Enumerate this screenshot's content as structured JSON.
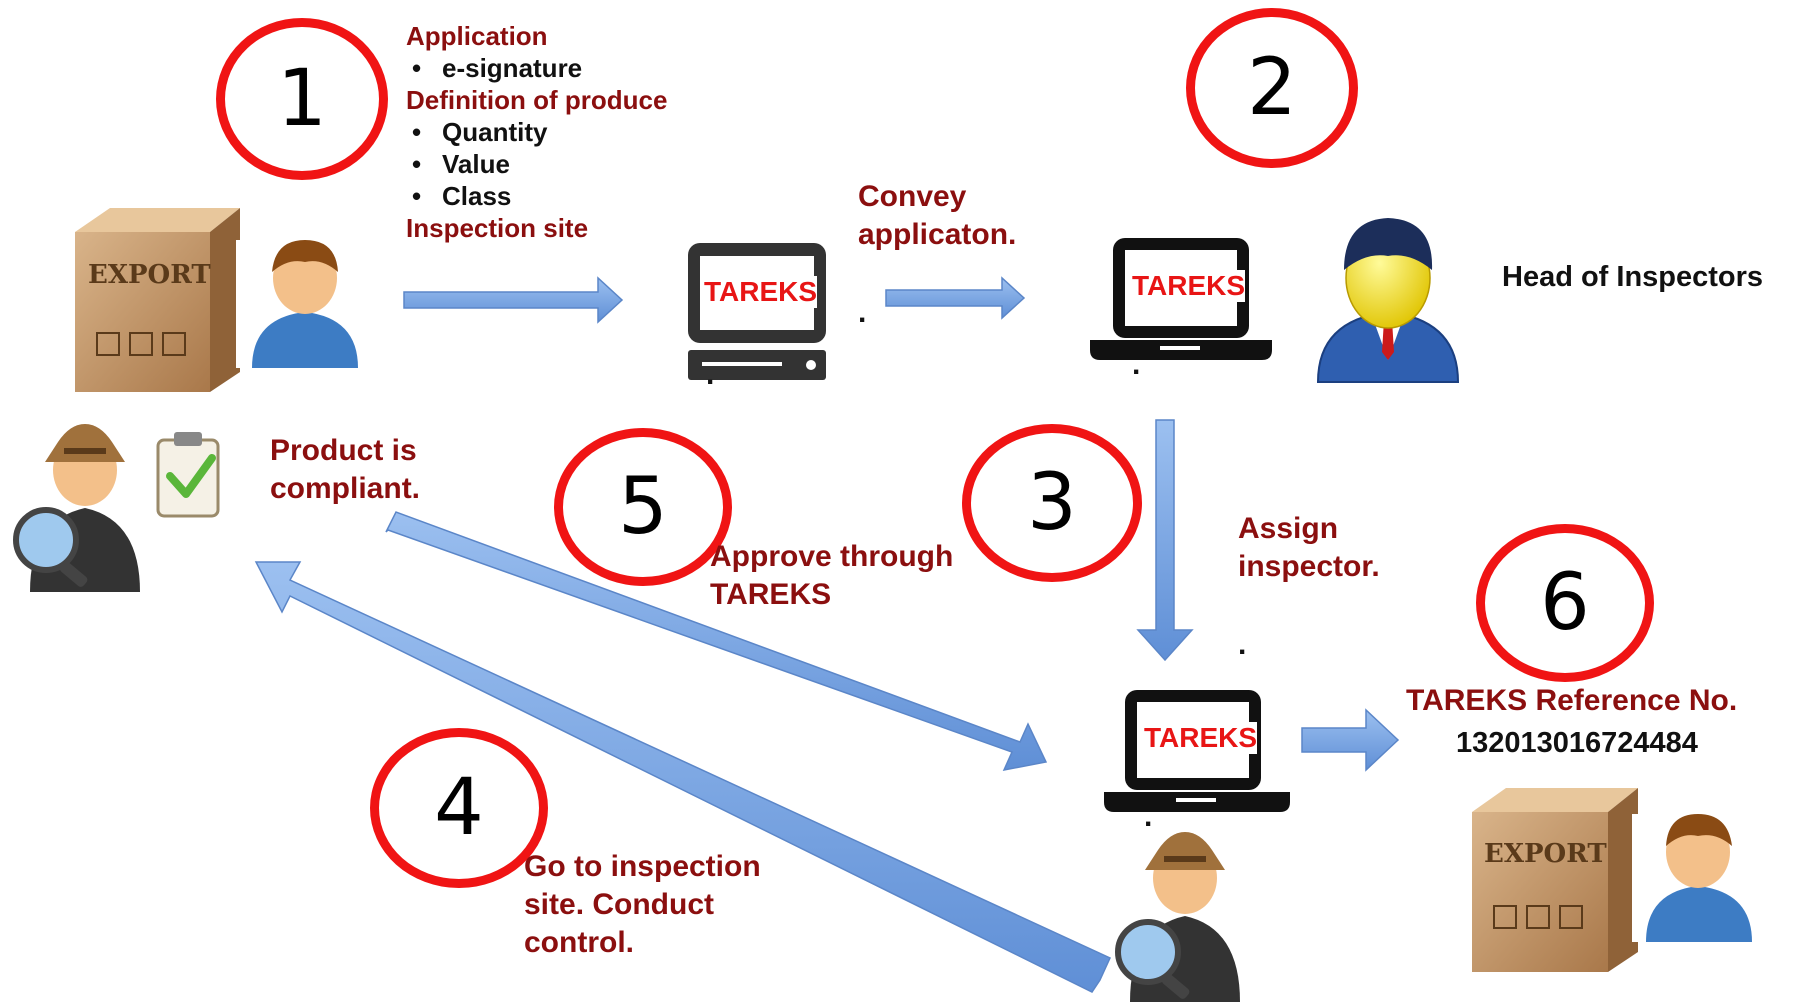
{
  "steps": [
    "1",
    "2",
    "3",
    "4",
    "5",
    "6"
  ],
  "step1_details": {
    "application": "Application",
    "esignature": "e-signature",
    "definition": "Definition of produce",
    "quantity": "Quantity",
    "value": "Value",
    "class": "Class",
    "inspection_site": "Inspection site"
  },
  "system_name": "TAREKS",
  "convey_line1": "Convey",
  "convey_line2": "applicaton.",
  "head_of_inspectors": "Head of Inspectors",
  "assign_line1": "Assign",
  "assign_line2": "inspector.",
  "compliant_line1": "Product is",
  "compliant_line2": "compliant.",
  "approve_line1": "Approve through",
  "approve_line2": "TAREKS",
  "goto_line1": "Go to inspection",
  "goto_line2": "site. Conduct",
  "goto_line3": "control.",
  "reference_label": "TAREKS Reference No.",
  "reference_number": "132013016724484",
  "box_label": "EXPORT",
  "dot": ".",
  "colors": {
    "circle": "#f01414",
    "arrow": "#6f9ee0",
    "maroon": "#8b0f0f",
    "tareks_red": "#e81515"
  },
  "icons": [
    "export-box-icon",
    "exporter-person-icon",
    "desktop-computer-icon",
    "laptop-icon",
    "head-inspector-icon",
    "inspector-icon",
    "checklist-icon"
  ]
}
